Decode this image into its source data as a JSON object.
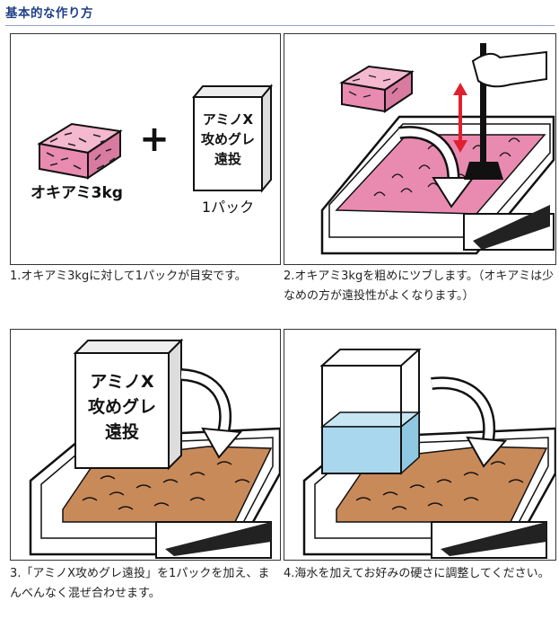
{
  "page": {
    "title": "基本的な作り方"
  },
  "product": {
    "line1": "アミノX",
    "line2": "攻めグレ",
    "line3": "遠投"
  },
  "panel1": {
    "krill_label": "オキアミ3kg",
    "plus": "+",
    "pack_label": "1パック"
  },
  "steps": [
    {
      "caption": "1.オキアミ3kgに対して1パックが目安です。"
    },
    {
      "caption": "2.オキアミ3kgを粗めにツブします。（オキアミは少なめの方が遠投性がよくなります。）"
    },
    {
      "caption": "3.「アミノX攻めグレ遠投」を1パックを加え、まんべんなく混ぜ合わせます。"
    },
    {
      "caption": "4.海水を加えてお好みの硬さに調整してください。"
    }
  ],
  "colors": {
    "title": "#1f3f88",
    "krill_pink": "#e98bb0",
    "mix_brown": "#c98a5a",
    "water_blue": "#a9d8ee",
    "arrow_red": "#e0202e"
  }
}
